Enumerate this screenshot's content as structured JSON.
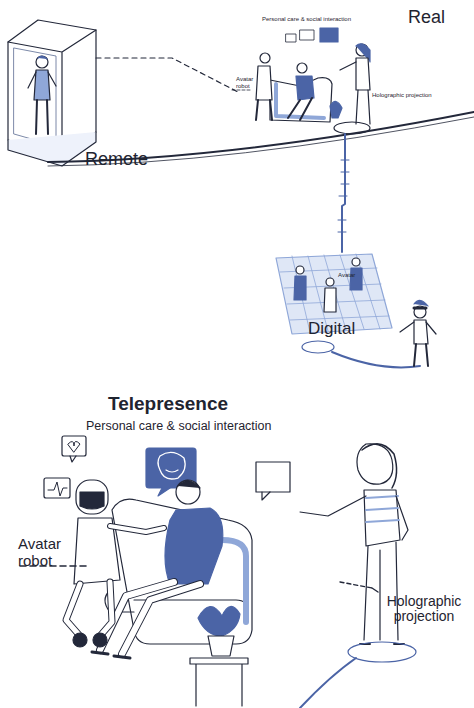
{
  "diagram": {
    "labels": [
      "Personal care & social interaction",
      "Real",
      "Avatar robot",
      "Holographic projection",
      "Remote",
      "Avatar",
      "Digital",
      "Telepresence",
      "Personal care & social interaction",
      "Avatar robot",
      "Holographic projection"
    ]
  }
}
